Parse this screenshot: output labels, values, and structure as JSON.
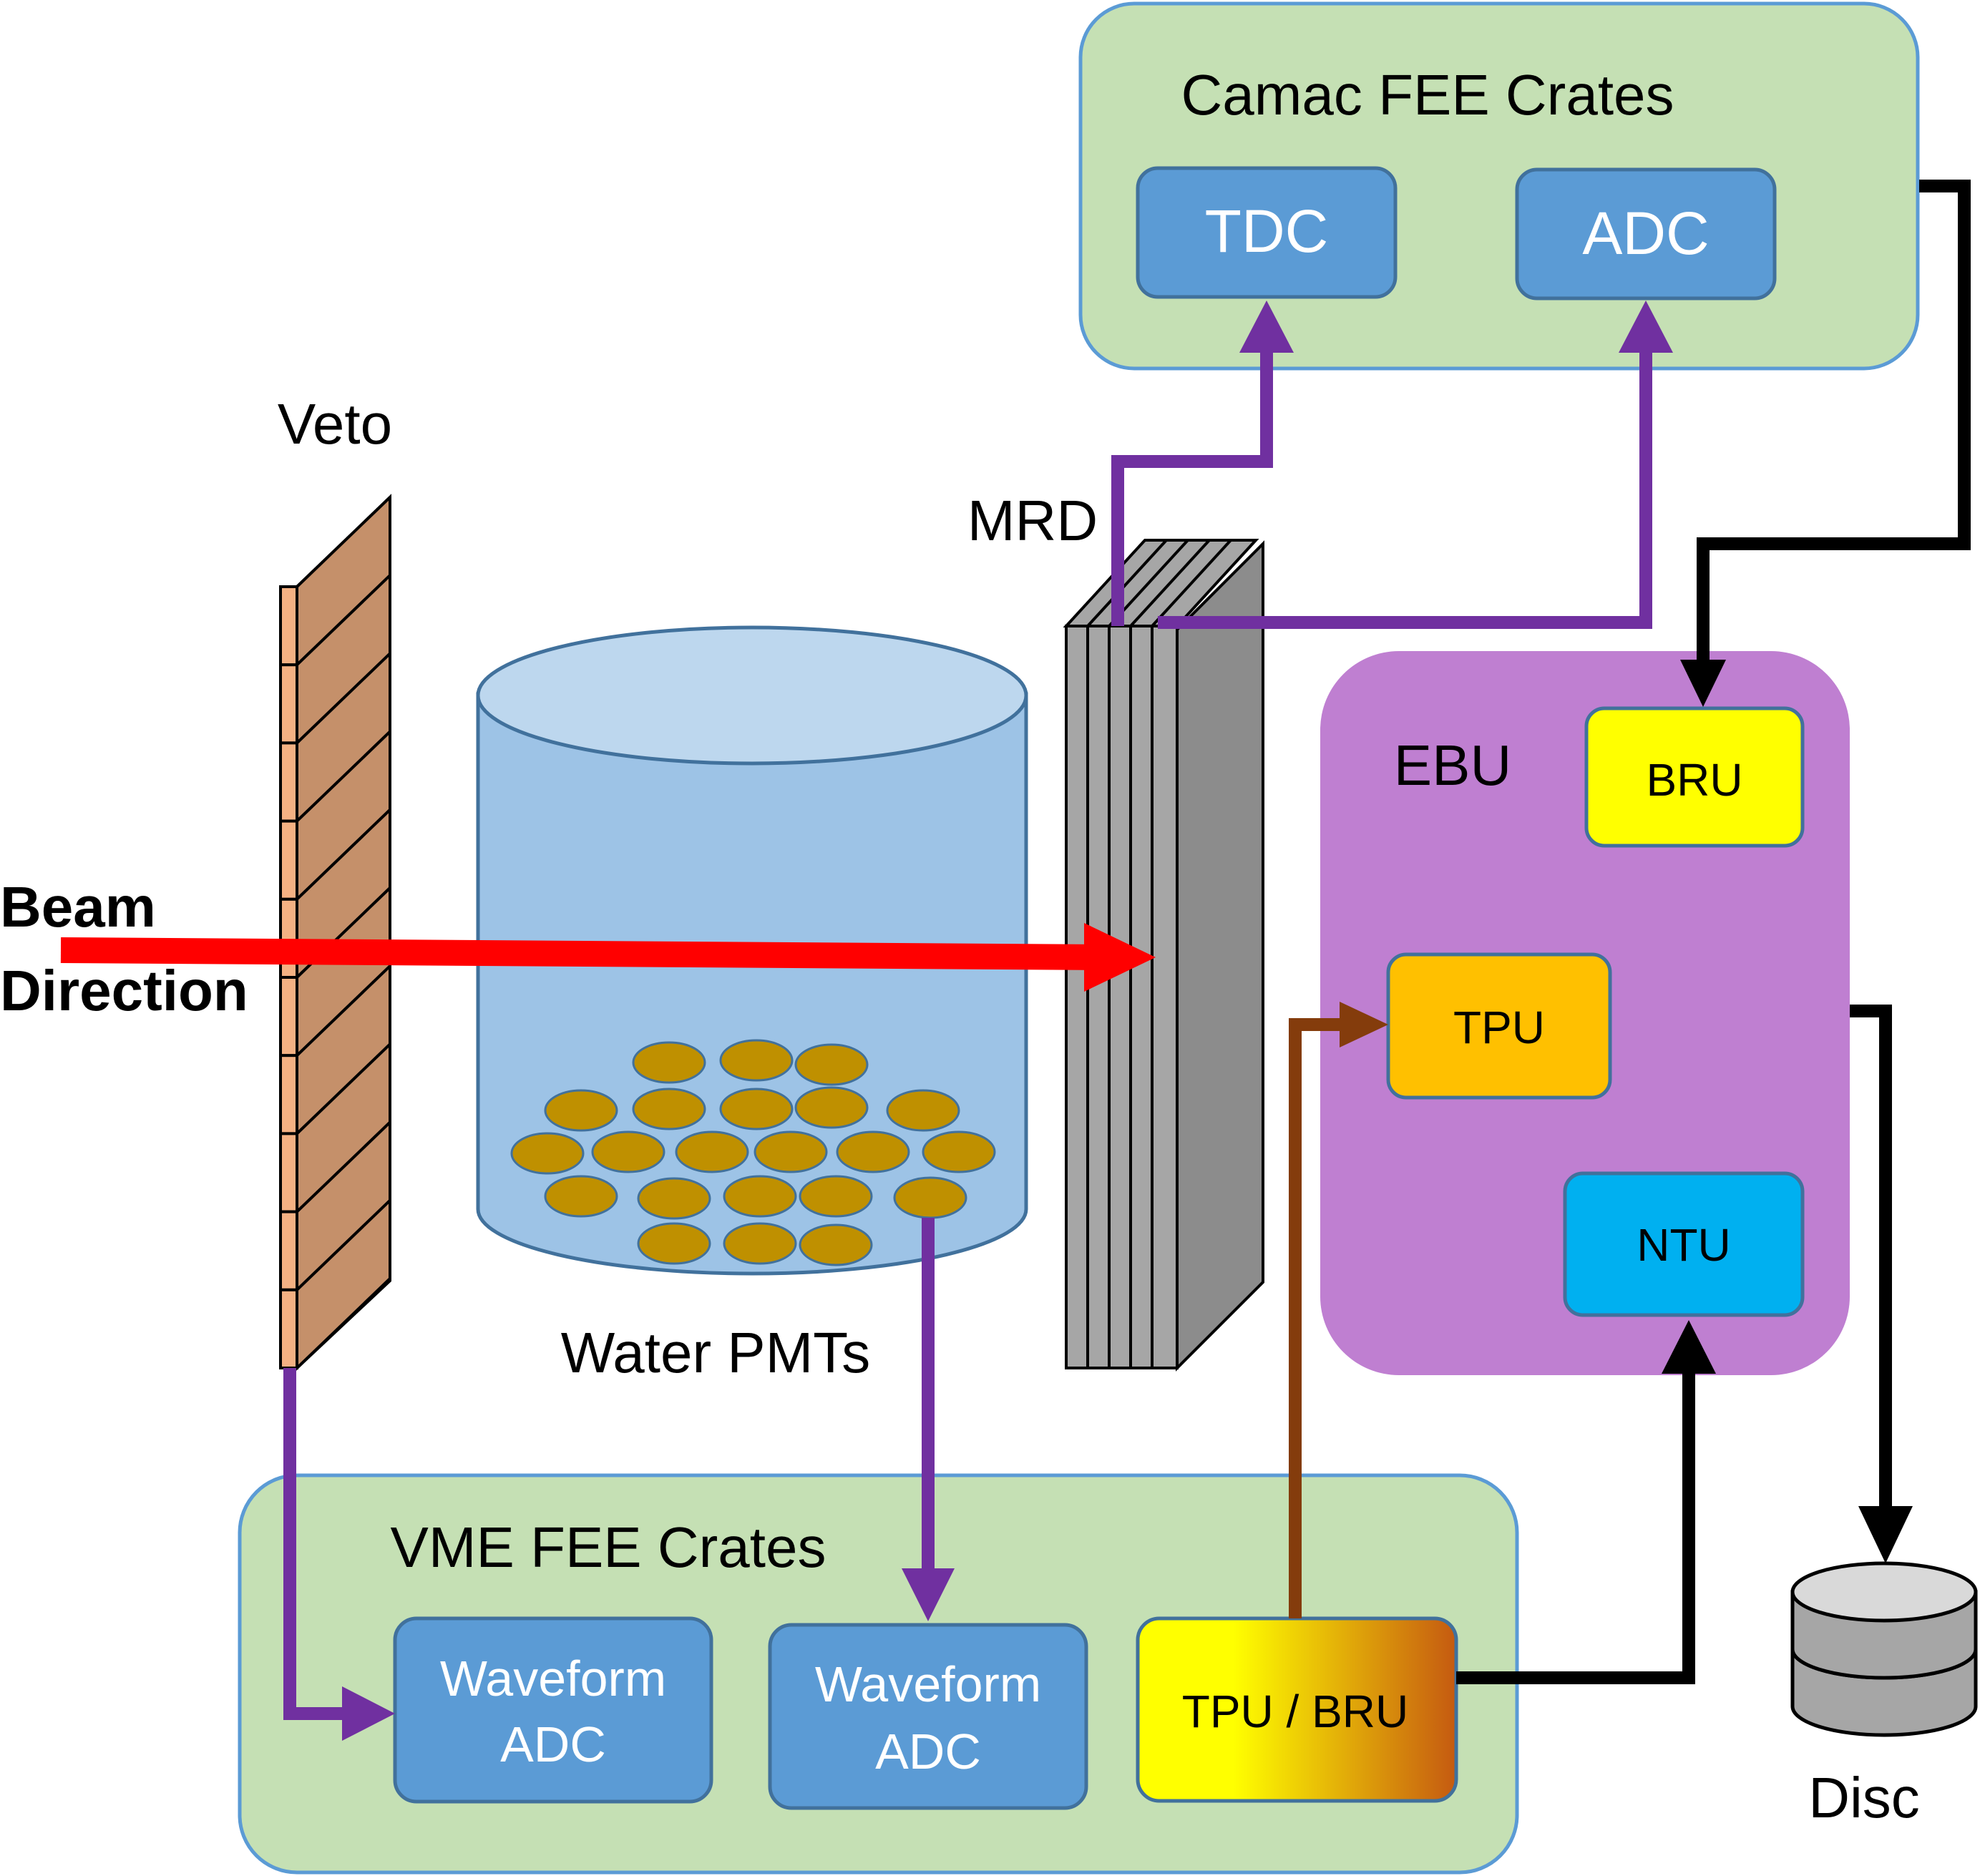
{
  "labels": {
    "camac": "Camac FEE Crates",
    "tdc": "TDC",
    "adc": "ADC",
    "veto": "Veto",
    "mrd": "MRD",
    "beam_line1": "Beam",
    "beam_line2": "Direction",
    "water_pmts": "Water PMTs",
    "ebu": "EBU",
    "bru": "BRU",
    "tpu": "TPU",
    "ntu": "NTU",
    "vme": "VME FEE Crates",
    "wf_adc_line1": "Waveform",
    "wf_adc_line2": "ADC",
    "tpu_bru": "TPU / BRU",
    "disc": "Disc"
  },
  "colors": {
    "crate_green": "#c5e0b4",
    "module_blue": "#5b9bd5",
    "ebu_purple": "#bf7fd1",
    "bru_yellow": "#ffff00",
    "tpu_orange": "#ffc000",
    "ntu_cyan": "#00b0f0",
    "signal_purple": "#7030a0",
    "trigger_brown": "#843c0c",
    "beam_red": "#ff0000",
    "veto_paddle": "#c5906a",
    "tank_water": "#9dc3e6",
    "pmt_gold": "#bf9000",
    "mrd_gray": "#a6a6a6",
    "disc_gray": "#a6a6a6"
  }
}
